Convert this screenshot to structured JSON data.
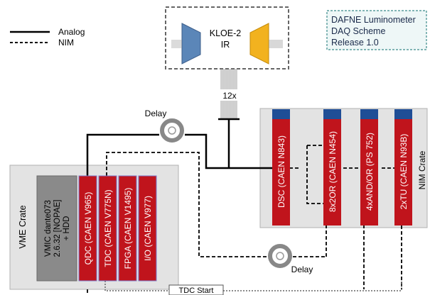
{
  "legend": {
    "items": [
      {
        "label": "Analog",
        "style": "solid"
      },
      {
        "label": "NIM",
        "style": "dashed"
      }
    ]
  },
  "title_box": {
    "lines": [
      "DAFNE Luminometer",
      "DAQ Scheme",
      "Release 1.0"
    ]
  },
  "ir": {
    "lines": [
      "KLOE-2",
      "IR"
    ]
  },
  "cable": {
    "count": "12x"
  },
  "delay_labels": {
    "top": "Delay",
    "bottom": "Delay"
  },
  "nim_crate": {
    "title": "NIM Crate",
    "modules": [
      "DSC (CAEN N843)",
      "8x2OR (CAEN N454)",
      "4xAND/OR (PS 752)",
      "2xTU (CAEN N93B)"
    ]
  },
  "vme_crate": {
    "title": "VME Crate",
    "cpu_lines": [
      "VMIC dante073",
      "2.6.32 [NOPAE]",
      "+ HDD"
    ],
    "modules": [
      "QDC (CAEN V965)",
      "TDC (CAEN V775N)",
      "FPGA (CAEN V1495)",
      "I/O (CAEN V977)"
    ]
  },
  "tdc_start": {
    "label": "TDC Start"
  },
  "colors": {
    "module_red": "#c0141c",
    "module_cap": "#1f4e96",
    "crate_fill": "#e3e3e3",
    "detector_blue": "#5b86b8",
    "detector_orange": "#f2b21f",
    "title_box_border": "#3a8a8a"
  }
}
